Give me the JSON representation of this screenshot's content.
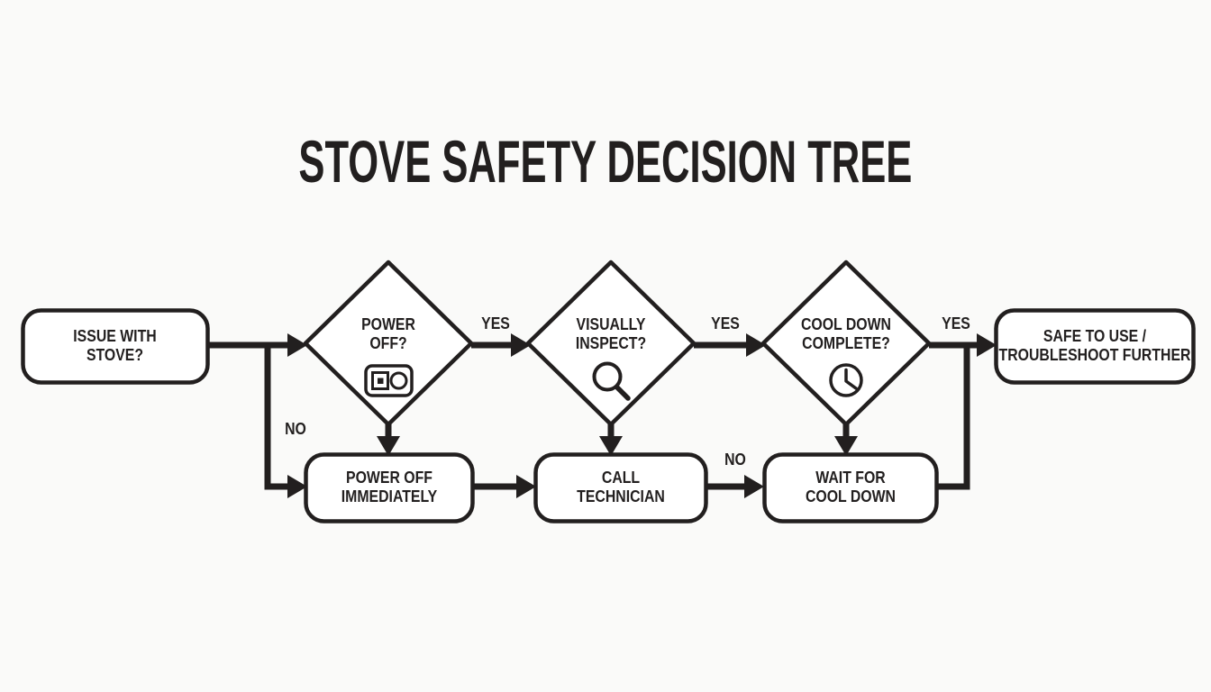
{
  "title": "STOVE SAFETY DECISION TREE",
  "colors": {
    "ink": "#221f1f",
    "background": "#fafaf9",
    "node_fill": "#ffffff"
  },
  "nodes": {
    "issue": {
      "type": "terminator",
      "line1": "ISSUE WITH",
      "line2": "STOVE?"
    },
    "power_off_q": {
      "type": "decision",
      "line1": "POWER",
      "line2": "OFF?",
      "icon": "power-switch-icon"
    },
    "visually_inspect_q": {
      "type": "decision",
      "line1": "VISUALLY",
      "line2": "INSPECT?",
      "icon": "magnifier-icon"
    },
    "cool_down_q": {
      "type": "decision",
      "line1": "COOL DOWN",
      "line2": "COMPLETE?",
      "icon": "clock-icon"
    },
    "safe_to_use": {
      "type": "terminator",
      "line1": "SAFE TO USE /",
      "line2": "TROUBLESHOOT FURTHER"
    },
    "power_off_now": {
      "type": "process",
      "line1": "POWER OFF",
      "line2": "IMMEDIATELY"
    },
    "call_technician": {
      "type": "process",
      "line1": "CALL",
      "line2": "TECHNICIAN"
    },
    "wait_cool_down": {
      "type": "process",
      "line1": "WAIT FOR",
      "line2": "COOL DOWN"
    }
  },
  "edge_labels": {
    "issue_no": "NO",
    "power_off_yes": "YES",
    "inspect_yes": "YES",
    "cool_down_yes": "YES",
    "technician_no": "NO"
  }
}
